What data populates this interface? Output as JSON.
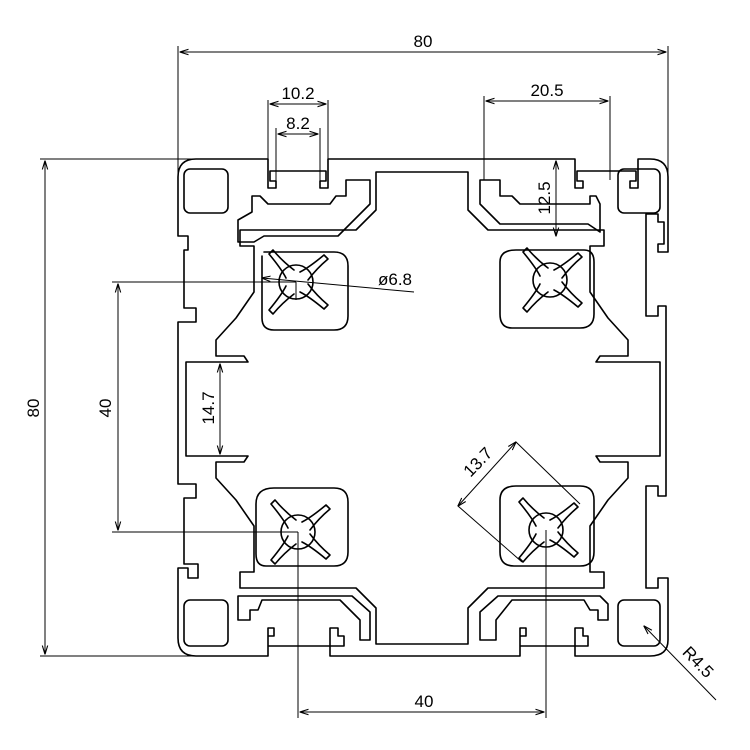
{
  "drawing": {
    "dimensions": {
      "overall_width": "80",
      "overall_height": "80",
      "slot_opening_outer": "10.2",
      "slot_opening_inner": "8.2",
      "slot_pitch_width": "20.5",
      "slot_depth": "12.5",
      "core_hole_diameter": "ø6.8",
      "bolt_center_vertical": "40",
      "web_height": "14.7",
      "diagonal": "13.7",
      "corner_radius": "R4.5",
      "bolt_center_horizontal": "40"
    },
    "colors": {
      "line": "#000000",
      "background": "#ffffff"
    }
  }
}
